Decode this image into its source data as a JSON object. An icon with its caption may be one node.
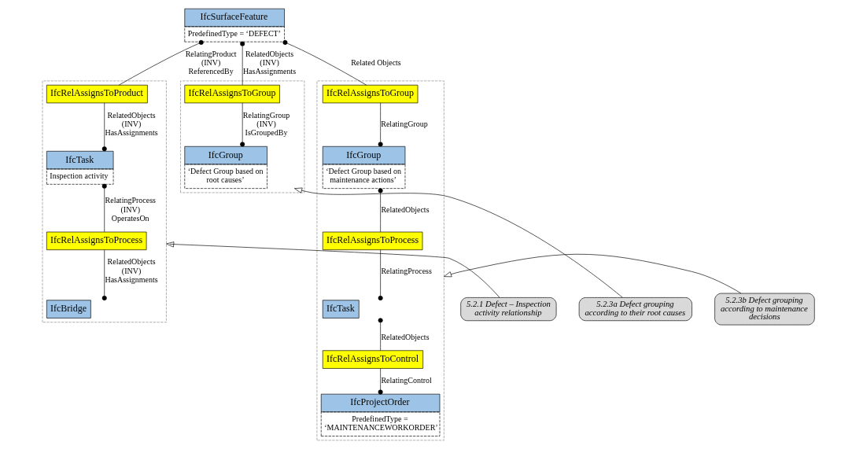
{
  "diagram": {
    "nodes": [
      {
        "text": [
          "IfcSurfaceFeature",
          "PredefinedType = ‘DEFECT’"
        ]
      },
      {
        "text": [],
        "shape": "box"
      },
      {
        "text": [
          "IfcRelAssignsToProduct"
        ],
        "in": 1
      },
      {
        "text": [
          "IfcTask",
          "Inspection activity"
        ],
        "in": 1
      },
      {
        "text": [
          "IfcRelAssignsToProcess"
        ],
        "in": 1
      },
      {
        "text": [
          "IfcBridge"
        ],
        "in": 1
      },
      {
        "text": [],
        "shape": "box"
      },
      {
        "text": [
          "IfcRelAssignsToGroup"
        ],
        "in": 6
      },
      {
        "text": [
          "IfcGroup",
          "‘Defect Group based on root causes’"
        ],
        "in": 6
      },
      {
        "text": [
          "5.2.3a Defect grouping according to their root causes"
        ]
      },
      {
        "text": [
          "5.2.1 Defect – Inspection activity relationship"
        ]
      },
      {
        "text": [
          "5.2.3b Defect grouping according to maintenance decisions"
        ]
      },
      {
        "text": [],
        "shape": "box"
      },
      {
        "text": [
          "IfcRelAssignsToGroup"
        ],
        "in": 12
      },
      {
        "text": [
          "IfcGroup",
          "‘Defect Group based on maintenance actions’"
        ],
        "in": 12
      },
      {
        "text": [
          "IfcRelAssignsToProcess"
        ],
        "in": 12
      },
      {
        "text": [
          "IfcTask"
        ],
        "in": 12
      },
      {
        "text": [
          "IfcRelAssignsToControl"
        ],
        "in": 12
      },
      {
        "text": [
          "IfcProjectOrder",
          "PredefinedType = ‘MAINTENANCEWORKORDER’"
        ],
        "in": 12
      }
    ],
    "edges": [
      {
        "from": 0,
        "to": 2,
        "arrow": "other",
        "label": "RelatingProduct (INV) ReferencedBy"
      },
      {
        "from": 0,
        "to": 7,
        "arrow": "other",
        "label": "RelatedObjects (INV) HasAssignments"
      },
      {
        "from": 0,
        "to": 13,
        "arrow": "other",
        "label": "Related Objects"
      },
      {
        "from": 2,
        "to": 3,
        "arrow": "other",
        "label": "RelatedObjects (INV) HasAssignments"
      },
      {
        "from": 3,
        "to": 4,
        "arrow": "other",
        "label": "RelatingProcess (INV) OperatesOn"
      },
      {
        "from": 4,
        "to": 5,
        "arrow": "other",
        "label": "RelatedObjects (INV) HasAssignments"
      },
      {
        "from": 7,
        "to": 8,
        "arrow": "other",
        "label": "RelatingGroup (INV) IsGroupedBy"
      },
      {
        "from": 13,
        "to": 14,
        "arrow": "other",
        "label": "RelatingGroup"
      },
      {
        "from": 14,
        "to": 15,
        "arrow": "other",
        "label": "RelatedObjects"
      },
      {
        "from": 15,
        "to": 16,
        "arrow": "other",
        "label": "RelatingProcess"
      },
      {
        "from": 16,
        "to": 17,
        "arrow": "other",
        "label": "RelatedObjects"
      },
      {
        "from": 17,
        "to": 18,
        "arrow": "other",
        "label": "RelatingControl"
      },
      {
        "from": 9,
        "to": 8,
        "arrow": "to"
      },
      {
        "from": 10,
        "to": 1,
        "arrow": "to"
      },
      {
        "from": 11,
        "to": 12,
        "arrow": "to"
      }
    ]
  }
}
